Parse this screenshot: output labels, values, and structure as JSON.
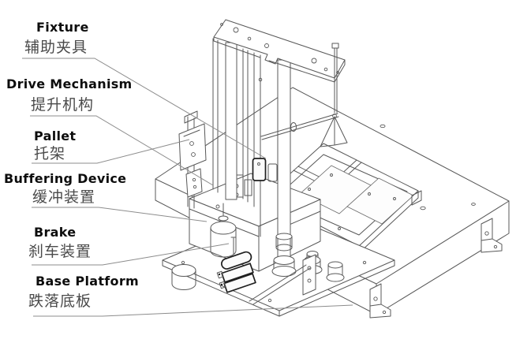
{
  "page": {
    "background": "#ffffff",
    "line_color": "#585858",
    "accent_bold_color": "#1f1f1f",
    "leader_color": "#8c8c8c",
    "label_en_color": "#0d0d0d",
    "label_zh_color": "#4a4a4a"
  },
  "diagram": {
    "kind": "isometric technical illustration of a drop test machine with bilingual callouts",
    "labels": [
      {
        "id": "fixture",
        "en": "Fixture",
        "zh": "辅助夹具"
      },
      {
        "id": "drive-mechanism",
        "en": "Drive Mechanism",
        "zh": "提升机构"
      },
      {
        "id": "pallet",
        "en": "Pallet",
        "zh": "托架"
      },
      {
        "id": "buffering-device",
        "en": "Buffering Device",
        "zh": "缓冲装置"
      },
      {
        "id": "brake",
        "en": "Brake",
        "zh": "刹车装置"
      },
      {
        "id": "base-platform",
        "en": "Base Platform",
        "zh": "跌落底板"
      }
    ]
  }
}
